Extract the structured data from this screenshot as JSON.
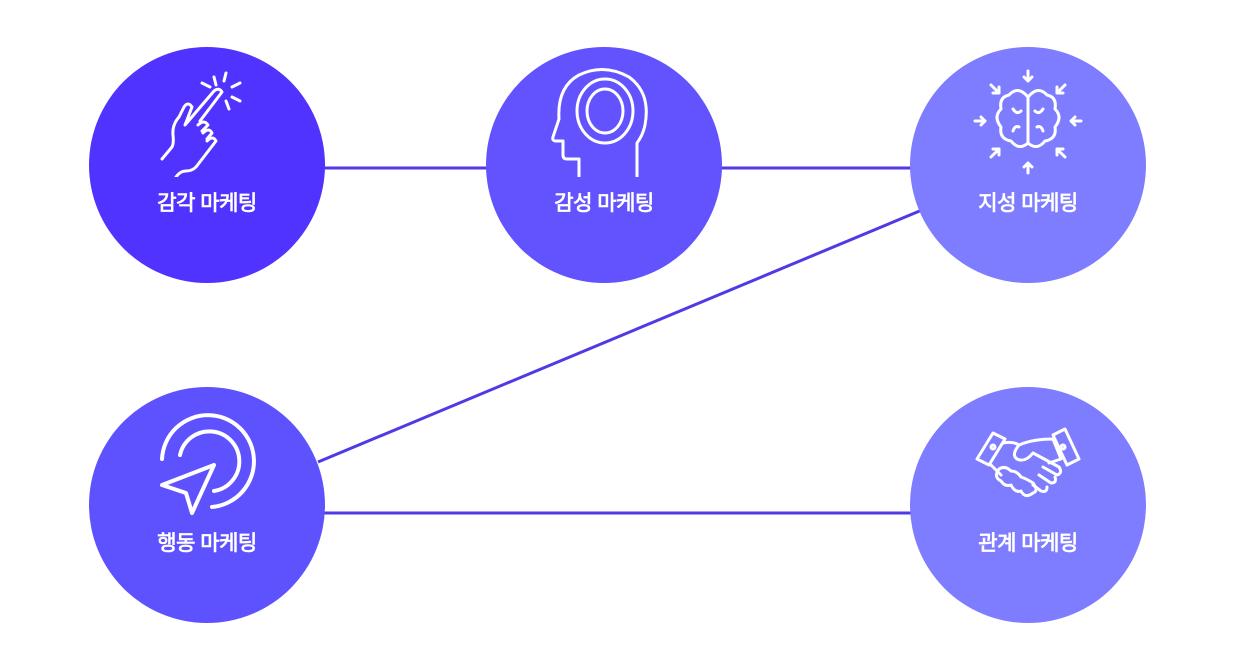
{
  "colors": {
    "line": "#4f3ae6",
    "node1": "#5033ff",
    "node2": "#6253ff",
    "node3": "#7f7dff",
    "node4": "#5e52ff",
    "node5": "#7f7dff"
  },
  "nodes": [
    {
      "label": "감각 마케팅",
      "icon": "tapping-hand-icon"
    },
    {
      "label": "감성 마케팅",
      "icon": "head-mind-icon"
    },
    {
      "label": "지성 마케팅",
      "icon": "brain-focus-icon"
    },
    {
      "label": "행동 마케팅",
      "icon": "cursor-target-icon"
    },
    {
      "label": "관계 마케팅",
      "icon": "handshake-icon"
    }
  ]
}
